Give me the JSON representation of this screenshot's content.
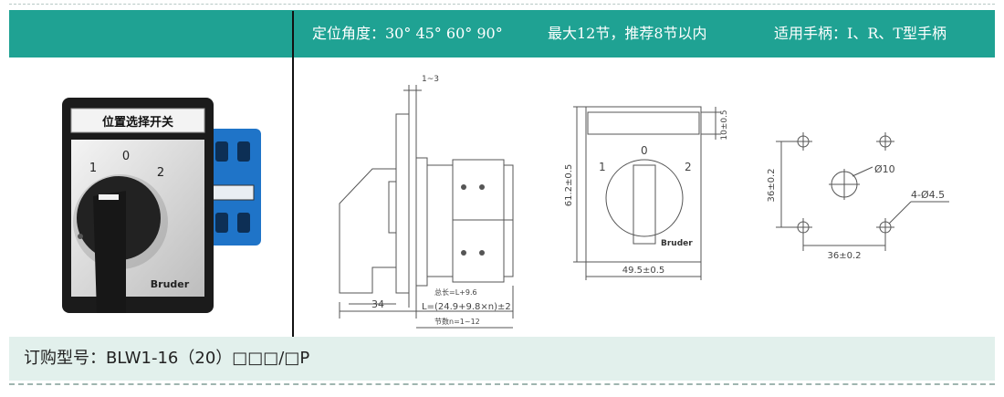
{
  "header": {
    "angle_spec": "定位角度：30° 45° 60° 90°",
    "max_sections": "最大12节，推荐8节以内",
    "handle_spec": "适用手柄：I、R、T型手柄"
  },
  "product": {
    "panel_title": "位置选择开关",
    "position_left": "1",
    "position_center": "0",
    "position_right": "2",
    "brand": "Bruder"
  },
  "side_view": {
    "top_dim": "1~3",
    "depth_dim": "34",
    "length_formula": "L=(24.9+9.8×n)±2",
    "depth_note": "总长=L+9.6",
    "section_note": "节数n=1~12"
  },
  "front_view": {
    "height_dim": "61.2±0.5",
    "label_dim": "10±0.5",
    "width_dim": "49.5±0.5",
    "pos_left": "1",
    "pos_center": "0",
    "pos_right": "2",
    "brand": "Bruder"
  },
  "mount_view": {
    "center_hole": "Ø10",
    "corner_holes": "4-Ø4.5",
    "vertical_dim": "36±0.2",
    "horizontal_dim": "36±0.2"
  },
  "footer": {
    "order_model": "订购型号：BLW1-16（20）□□□/□P"
  },
  "colors": {
    "header_bg": "#1fa293",
    "footer_bg": "#e2f0ec",
    "switch_blue": "#1f74c8"
  }
}
